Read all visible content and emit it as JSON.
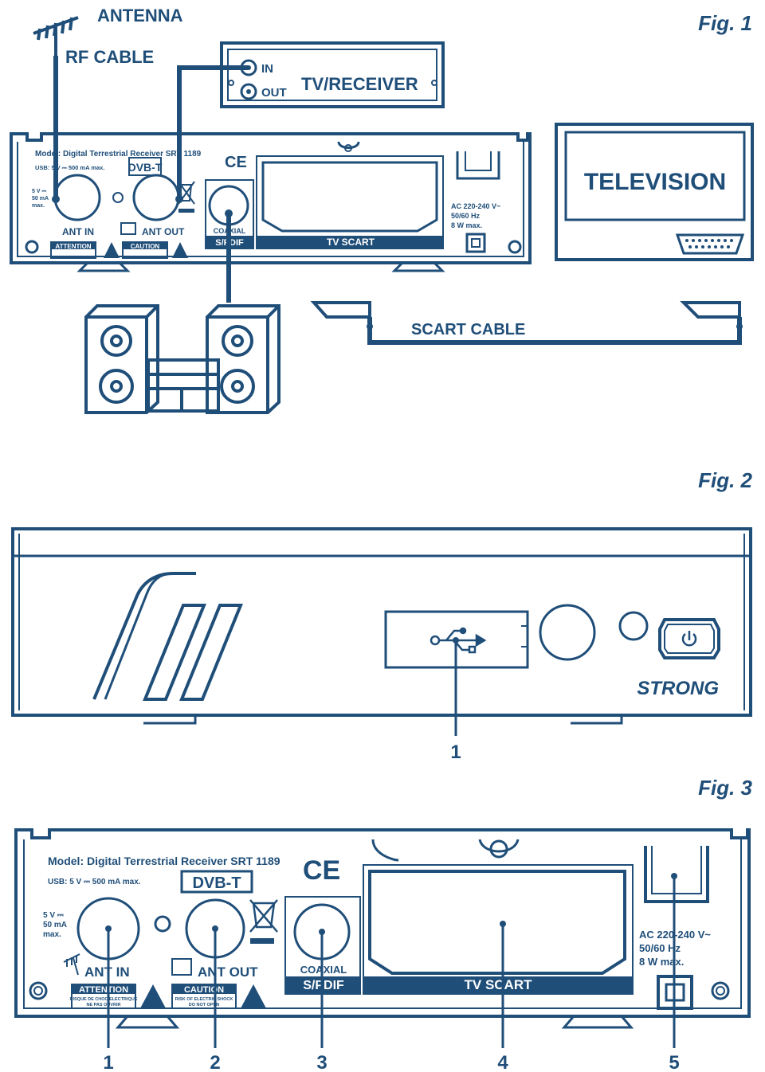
{
  "colors": {
    "ink": "#1f4e79",
    "background": "#ffffff"
  },
  "fig1": {
    "label": "Fig. 1",
    "antenna_label": "ANTENNA",
    "rf_cable_label": "RF CABLE",
    "tv_receiver": {
      "title": "TV/RECEIVER",
      "in": "IN",
      "out": "OUT"
    },
    "television_label": "TELEVISION",
    "scart_cable_label": "SCART CABLE",
    "panel": {
      "model": "Model: Digital Terrestrial Receiver SRT 1189",
      "usb": "USB: 5 V ⎓ 500 mA max.",
      "ant_power": "5 V ⎓\n50 mA\nmax.",
      "ant_in": "ANT IN",
      "ant_out": "ANT OUT",
      "coaxial": "COAXIAL",
      "spdif": "S/PDIF",
      "tv_scart": "TV SCART",
      "ac": "AC 220-240 V~",
      "hz": "50/60 Hz",
      "watt": "8 W max.",
      "attention": "ATTENTION",
      "caution": "CAUTION",
      "dvb": "DVB-T",
      "ce": "CE"
    }
  },
  "fig2": {
    "label": "Fig. 2",
    "brand": "STRONG",
    "callouts": [
      "1"
    ]
  },
  "fig3": {
    "label": "Fig. 3",
    "panel": {
      "model": "Model: Digital Terrestrial Receiver SRT 1189",
      "usb": "USB: 5 V ⎓ 500 mA max.",
      "ant_power_1": "5 V ⎓",
      "ant_power_2": "50 mA",
      "ant_power_3": "max.",
      "ant_in": "ANT IN",
      "ant_out": "ANT OUT",
      "coaxial": "COAXIAL",
      "spdif": "S/PDIF",
      "tv_scart": "TV SCART",
      "ac": "AC 220-240 V~",
      "hz": "50/60 Hz",
      "watt": "8 W max.",
      "attention": "ATTENTION",
      "attention_sub_1": "RISQUE DE CHOC ELECTRIQUE",
      "attention_sub_2": "NE PAS OUVRIR",
      "caution": "CAUTION",
      "caution_sub_1": "RISK OF ELECTRIC SHOCK",
      "caution_sub_2": "DO NOT OPEN",
      "dvb": "DVB-T",
      "ce": "CE"
    },
    "callouts": [
      "1",
      "2",
      "3",
      "4",
      "5"
    ]
  }
}
